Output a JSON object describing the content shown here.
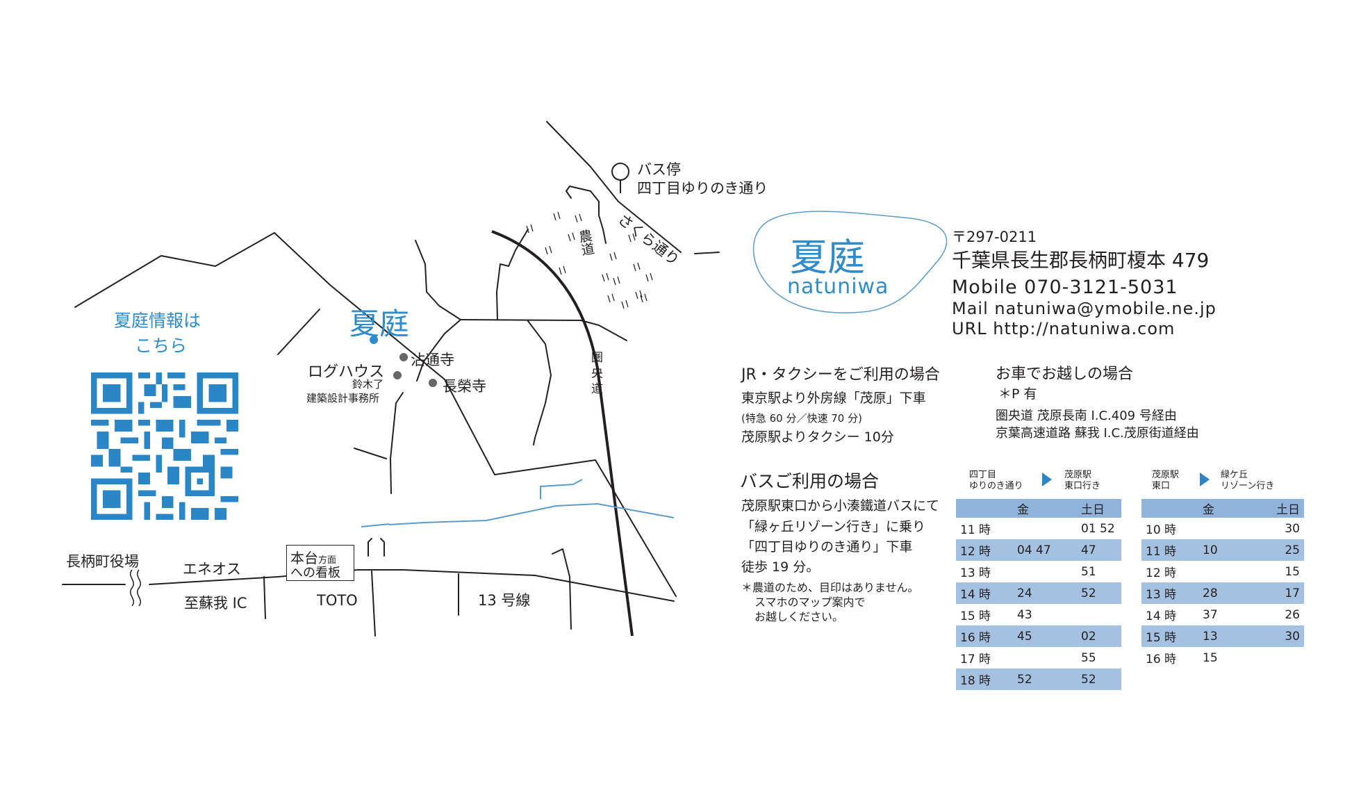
{
  "map": {
    "natsuniwa_label": "夏庭",
    "info_link": {
      "line1": "夏庭情報は",
      "line2": "こちら"
    },
    "bus_stop": {
      "line1": "バス停",
      "line2": "四丁目ゆりのき通り"
    },
    "sakura_road": "さくら通り",
    "farm_road": "農道",
    "ken_o_road": "圏 央 道",
    "log_house": "ログハウス",
    "architect": {
      "line1": "鈴木了",
      "line2": "建築設計事務所"
    },
    "kotsu_temple": "沾通寺",
    "choei_temple": "長榮寺",
    "nagara_office": "長柄町役場",
    "eneos": "エネオス",
    "sign": {
      "line1": "本台",
      "line1b": "方面",
      "line2": "への看板"
    },
    "soga_ic": "至蘇我 IC",
    "toto": "TOTO",
    "route13": "13 号線"
  },
  "logo": {
    "kanji": "夏庭",
    "roman": "natuniwa"
  },
  "contact": {
    "postal": "〒297-0211",
    "address": "千葉県長生郡長柄町榎本 479",
    "mobile": "Mobile 070-3121-5031",
    "mail": "Mail natuniwa@ymobile.ne.jp",
    "url": "URL  http://natuniwa.com"
  },
  "jr": {
    "title": "JR・タクシーをご利用の場合",
    "line1": "東京駅より外房線「茂原」下車",
    "line2": "(特急 60 分／快速 70 分)",
    "line3": "茂原駅よりタクシー  10分"
  },
  "car": {
    "title": "お車でお越しの場合",
    "parking": "＊P 有",
    "line1": "圏央道 茂原長南 I.C.409 号経由",
    "line2": "京葉高速道路 蘇我 I.C.茂原街道経由"
  },
  "bus": {
    "title": "バスご利用の場合",
    "line1": "茂原駅東口から小湊鐵道バスにて",
    "line2": "「緑ヶ丘リゾーン行き」に乗り",
    "line3": "「四丁目ゆりのき通り」下車",
    "line4": "徒歩 19 分。",
    "note1": "＊農道のため、目印はありません。",
    "note2": "スマホのマップ案内で",
    "note3": "お越しください。"
  },
  "timetable1": {
    "from": {
      "line1": "四丁目",
      "line2": "ゆりのき通り"
    },
    "to": {
      "line1": "茂原駅",
      "line2": "東口行き"
    },
    "headers": [
      "金",
      "土日"
    ],
    "rows": [
      {
        "hour": "11 時",
        "fri": "",
        "weekend": "01  52"
      },
      {
        "hour": "12 時",
        "fri": "04  47",
        "weekend": "47"
      },
      {
        "hour": "13 時",
        "fri": "",
        "weekend": "51"
      },
      {
        "hour": "14 時",
        "fri": "24",
        "weekend": "52"
      },
      {
        "hour": "15 時",
        "fri": "43",
        "weekend": ""
      },
      {
        "hour": "16 時",
        "fri": "45",
        "weekend": "02"
      },
      {
        "hour": "17 時",
        "fri": "",
        "weekend": "55"
      },
      {
        "hour": "18 時",
        "fri": "52",
        "weekend": "52"
      }
    ]
  },
  "timetable2": {
    "from": {
      "line1": "茂原駅",
      "line2": "東口"
    },
    "to": {
      "line1": "緑ケ丘",
      "line2": "リゾーン行き"
    },
    "headers": [
      "金",
      "土日"
    ],
    "rows": [
      {
        "hour": "10 時",
        "fri": "",
        "weekend": "30"
      },
      {
        "hour": "11 時",
        "fri": "10",
        "weekend": "25"
      },
      {
        "hour": "12 時",
        "fri": "",
        "weekend": "15"
      },
      {
        "hour": "13 時",
        "fri": "28",
        "weekend": "17"
      },
      {
        "hour": "14 時",
        "fri": "37",
        "weekend": "26"
      },
      {
        "hour": "15 時",
        "fri": "13",
        "weekend": "30"
      },
      {
        "hour": "16 時",
        "fri": "15",
        "weekend": ""
      }
    ]
  },
  "colors": {
    "accent": "#2f8cc9",
    "row_highlight": "#a5c1e1",
    "header_bg": "#8fb3db",
    "river": "#5b9bc7"
  }
}
